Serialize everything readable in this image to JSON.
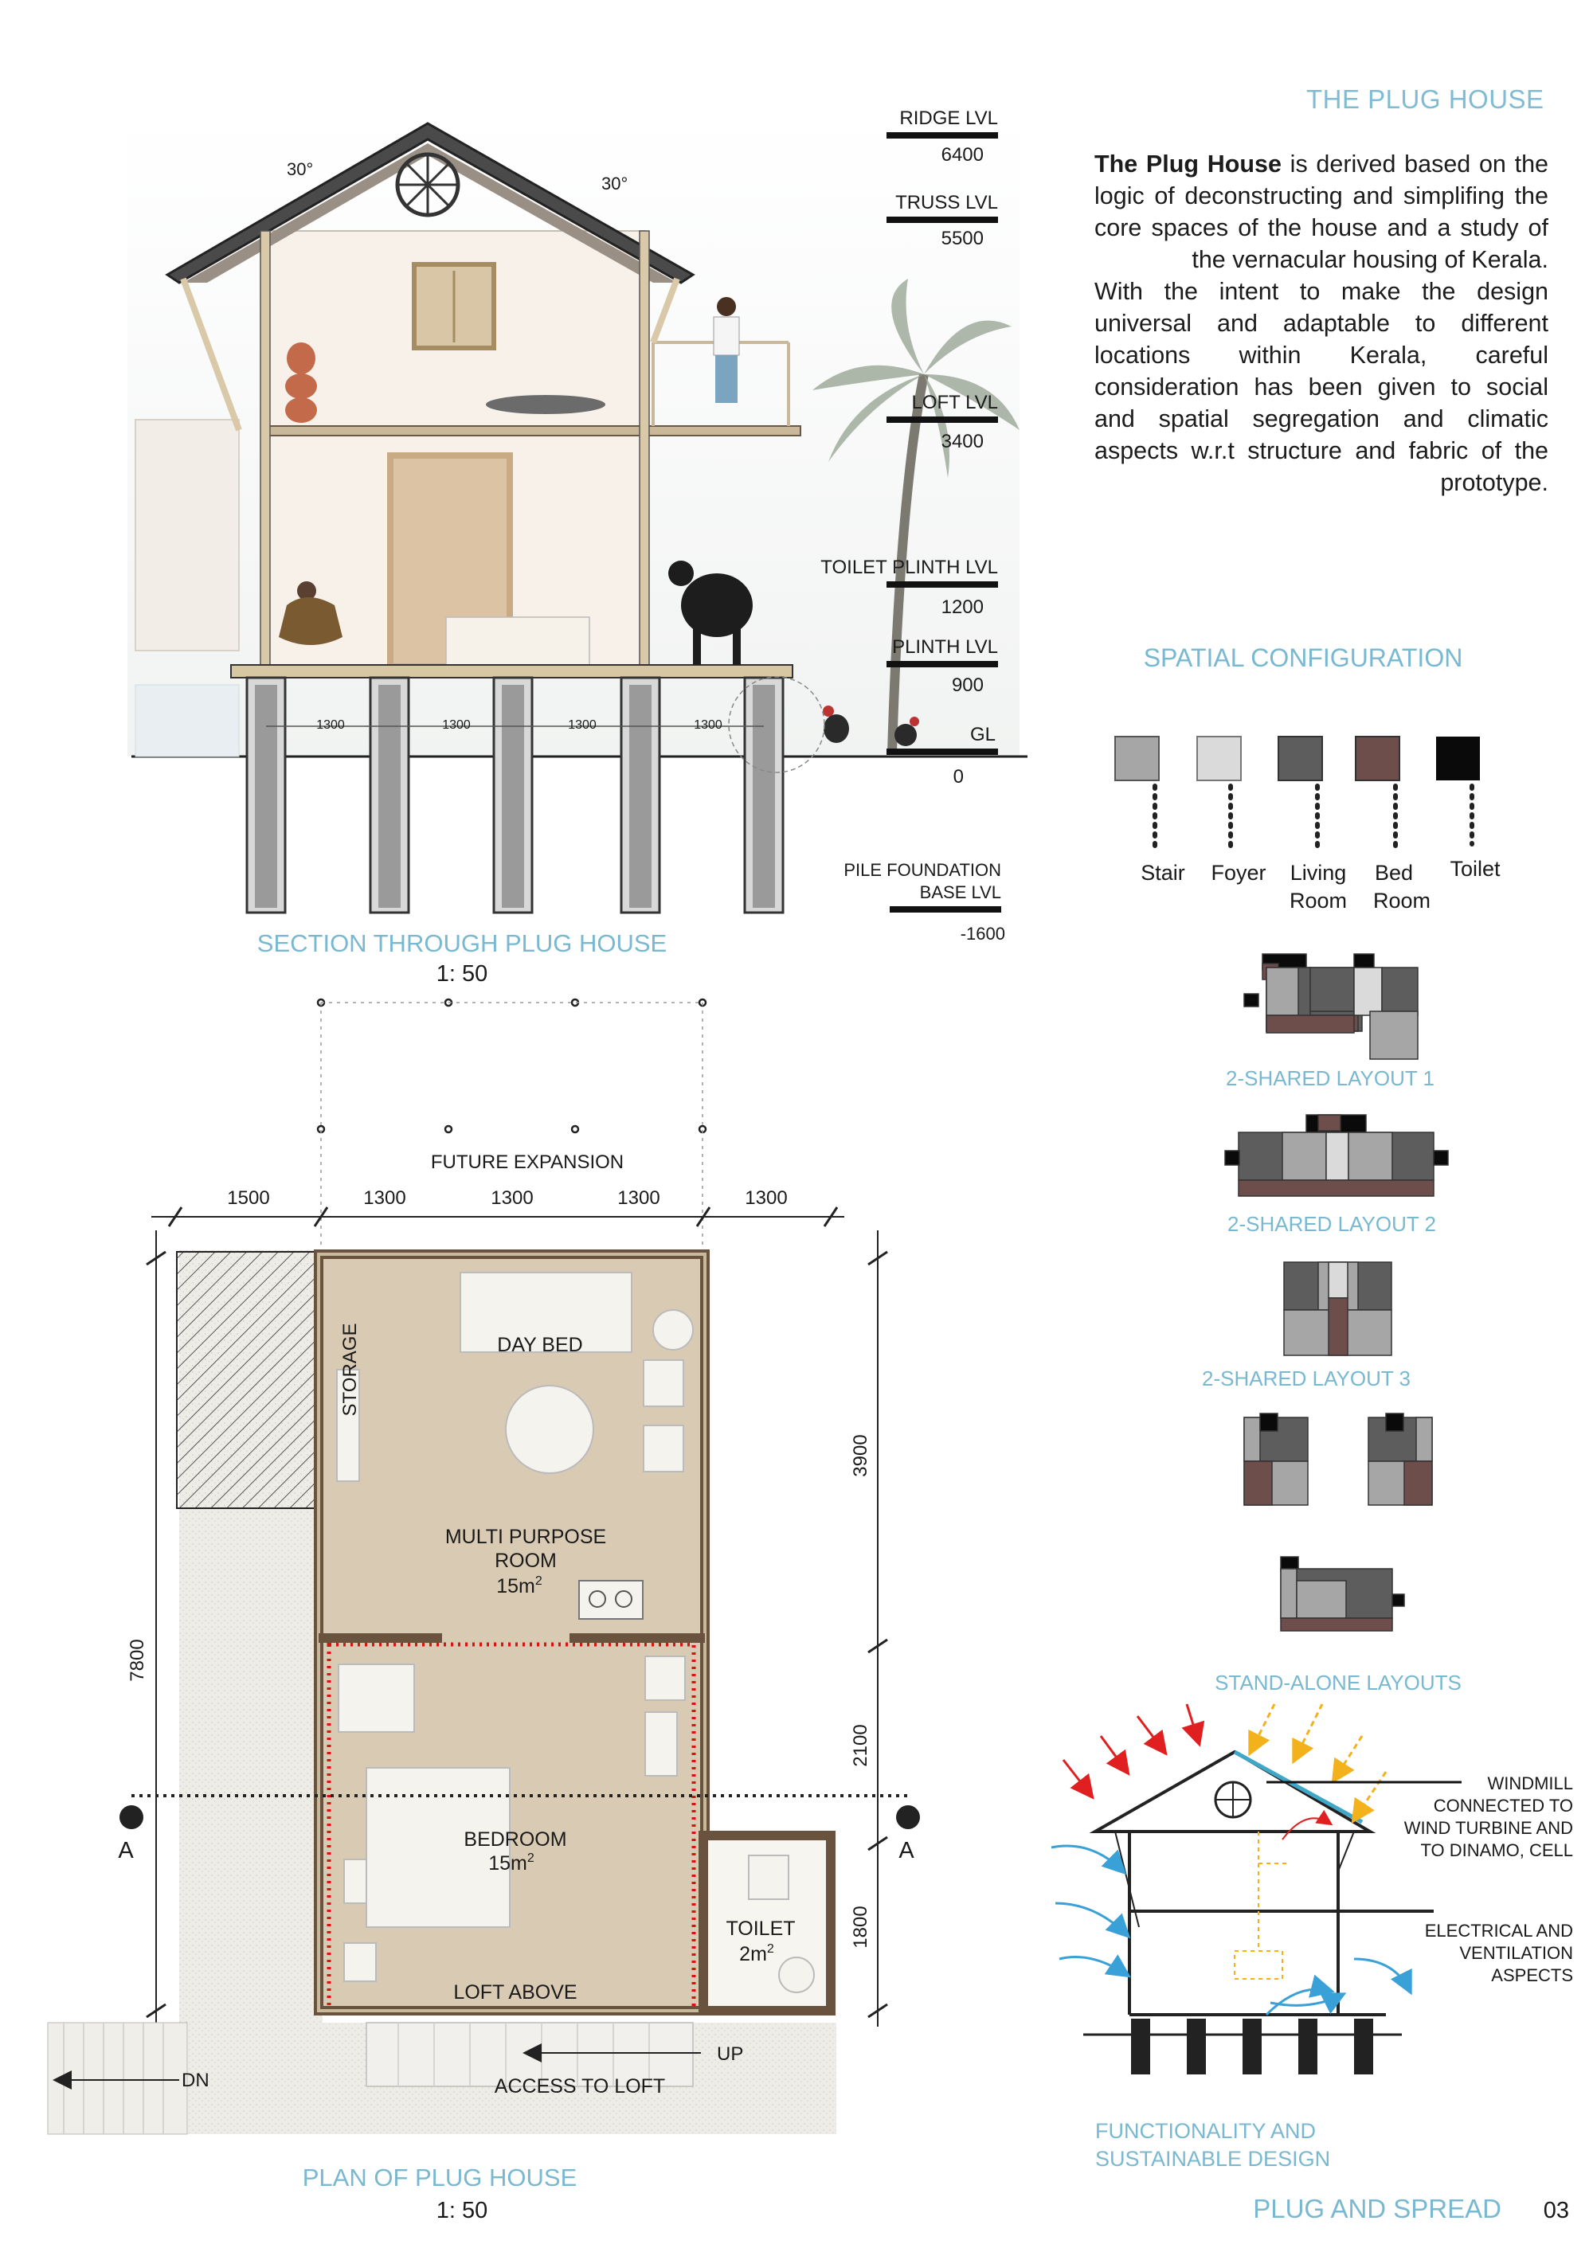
{
  "page_title": "THE PLUG HOUSE",
  "intro": {
    "bold_lead": "The Plug House",
    "para1_rest": " is derived based on the logic of deconstructing and simplifing the core spaces of the house and a study of the vernacular housing of Kerala.",
    "para2": "With the intent to make the design universal and adaptable to different locations within Kerala, careful consideration has been given to social and spatial segregation and climatic aspects w.r.t structure and fabric of the prototype."
  },
  "section": {
    "title": "SECTION THROUGH PLUG HOUSE",
    "scale": "1: 50",
    "roof_angle_left": "30°",
    "roof_angle_right": "30°",
    "levels": [
      {
        "label": "RIDGE LVL",
        "value": "6400"
      },
      {
        "label": "TRUSS LVL",
        "value": "5500"
      },
      {
        "label": "LOFT LVL",
        "value": "3400"
      },
      {
        "label": "TOILET PLINTH LVL",
        "value": "1200"
      },
      {
        "label": "PLINTH LVL",
        "value": "900"
      },
      {
        "label": "GL",
        "value": "0"
      },
      {
        "label": "PILE FOUNDATION BASE LVL",
        "value": "-1600"
      }
    ],
    "pile_spacings": [
      "1300",
      "1300",
      "1300",
      "1300"
    ]
  },
  "spatial": {
    "title": "SPATIAL CONFIGURATION",
    "legend": [
      {
        "name": "Stair",
        "color": "#a6a6a6"
      },
      {
        "name": "Foyer",
        "color": "#dadada"
      },
      {
        "name": "Living Room",
        "color": "#5d5d5d"
      },
      {
        "name": "Bed Room",
        "color": "#6e4e4a"
      },
      {
        "name": "Toilet",
        "color": "#0a0a0a"
      }
    ],
    "layouts": [
      "2-SHARED LAYOUT 1",
      "2-SHARED LAYOUT 2",
      "2-SHARED LAYOUT 3",
      "STAND-ALONE LAYOUTS"
    ]
  },
  "plan": {
    "title": "PLAN OF PLUG HOUSE",
    "scale": "1: 50",
    "future_expansion": "FUTURE EXPANSION",
    "top_dims": [
      "1500",
      "1300",
      "1300",
      "1300",
      "1300"
    ],
    "left_dim": "7800",
    "right_dims": [
      "3900",
      "2100",
      "1800"
    ],
    "rooms": {
      "storage": "STORAGE",
      "day_bed": "DAY BED",
      "multi_purpose": "MULTI PURPOSE",
      "room": "ROOM",
      "mp_area": "15m",
      "bedroom": "BEDROOM",
      "bed_area": "15m",
      "toilet": "TOILET",
      "toilet_area": "2m",
      "sup": "2",
      "loft_above": "LOFT ABOVE"
    },
    "up": "UP",
    "dn": "DN",
    "access_loft": "ACCESS TO LOFT",
    "section_mark": "A"
  },
  "sustain": {
    "title_line1": "FUNCTIONALITY AND",
    "title_line2": "SUSTAINABLE DESIGN",
    "notes": [
      {
        "lines": [
          "WINDMILL",
          "CONNECTED TO",
          "WIND TURBINE AND",
          "TO DINAMO, CELL"
        ]
      },
      {
        "lines": [
          "ELECTRICAL AND",
          "VENTILATION",
          "ASPECTS"
        ]
      }
    ]
  },
  "footer": {
    "title": "PLUG AND SPREAD",
    "page": "03"
  }
}
